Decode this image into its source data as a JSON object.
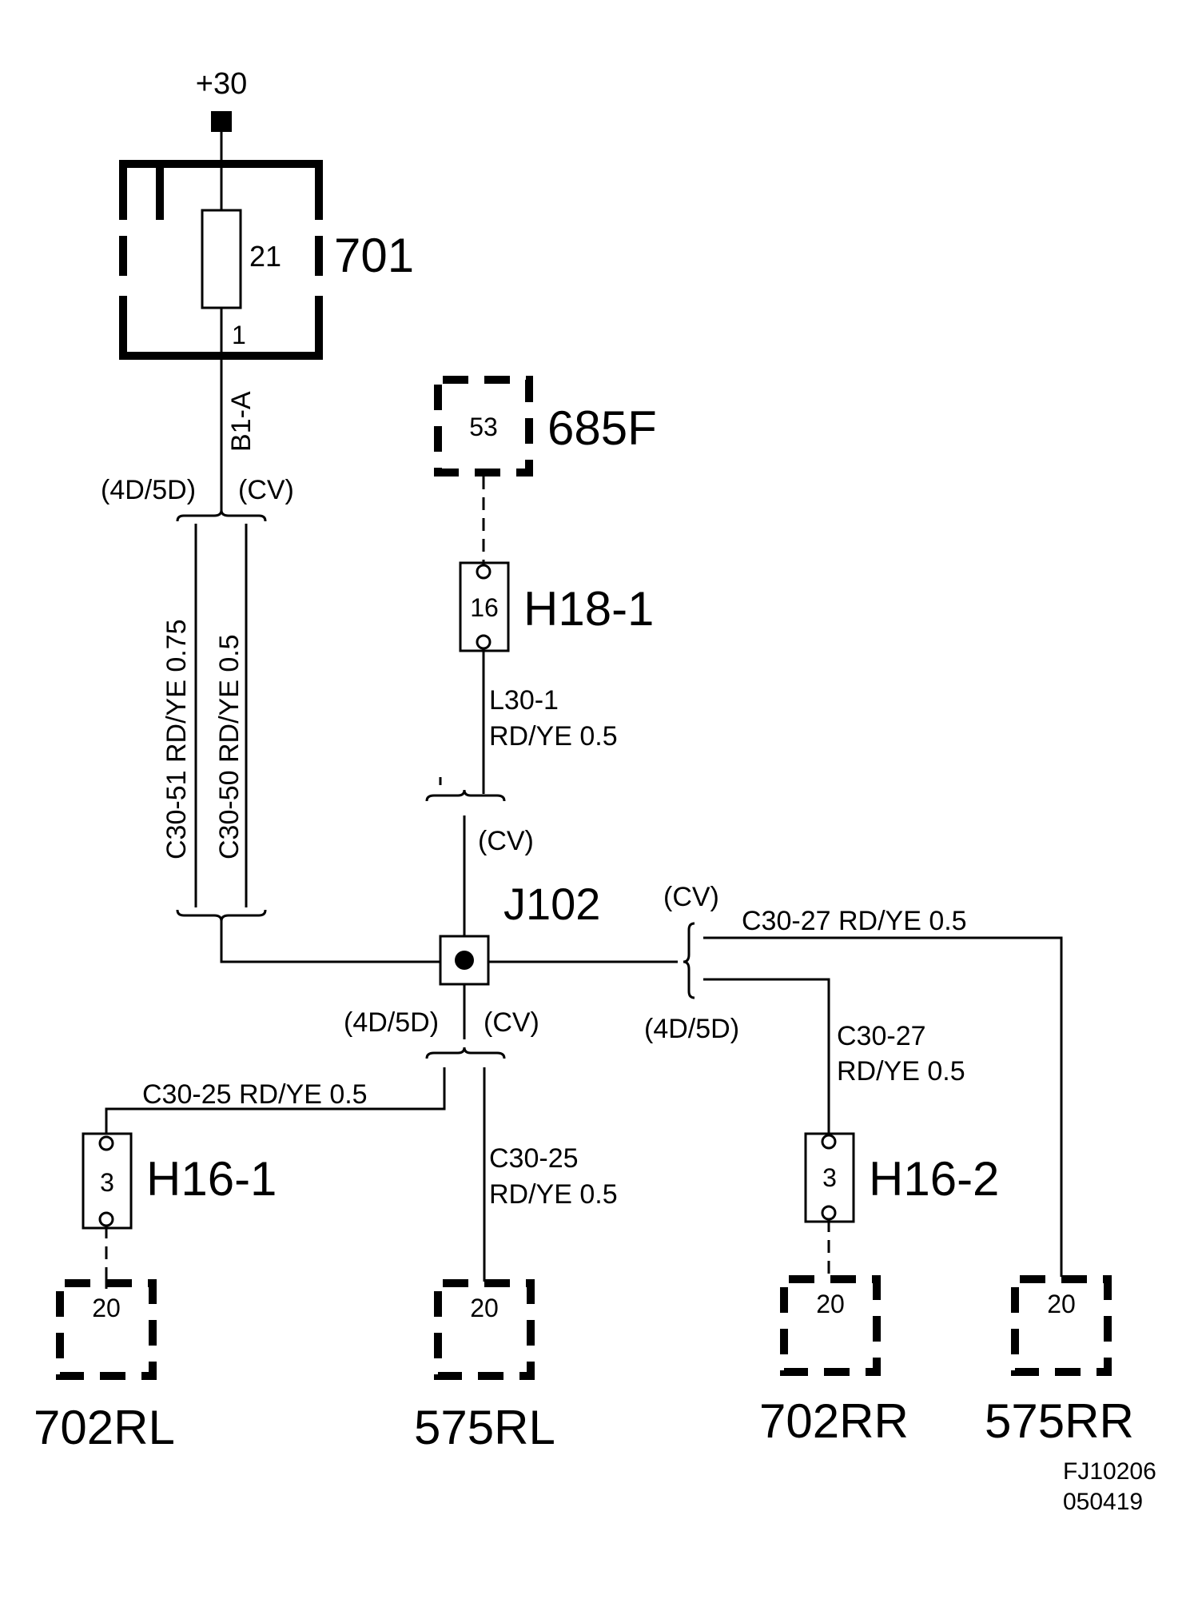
{
  "power": {
    "label": "+30"
  },
  "fuse_box": {
    "label": "701",
    "fuse_number": "21",
    "pin": "1"
  },
  "fuse_output_wire": {
    "label": "B1-A"
  },
  "variants": {
    "left_splice_4d5d": "(4D/5D)",
    "left_splice_cv": "(CV)",
    "center_cv": "(CV)",
    "lower_4d5d": "(4D/5D)",
    "lower_cv": "(CV)",
    "right_cv": "(CV)",
    "right_4d5d": "(4D/5D)"
  },
  "wires": {
    "c30_51": "C30-51  RD/YE  0.75",
    "c30_50": "C30-50  RD/YE  0.5",
    "l30_1_id": "L30-1",
    "l30_1_spec": "RD/YE  0.5",
    "c30_27_top": "C30-27   RD/YE    0.5",
    "c30_27_mid_id": "C30-27",
    "c30_27_mid_spec": "RD/YE    0.5",
    "c30_25_left": "C30-25   RD/YE    0.5",
    "c30_25_center_id": "C30-25",
    "c30_25_center_spec": "RD/YE    0.5"
  },
  "component_685f": {
    "label": "685F",
    "pin": "53"
  },
  "connector_h18_1": {
    "label": "H18-1",
    "pin": "16"
  },
  "junction": {
    "label": "J102"
  },
  "connector_h16_1": {
    "label": "H16-1",
    "pin": "3"
  },
  "connector_h16_2": {
    "label": "H16-2",
    "pin": "3"
  },
  "component_702rl": {
    "label": "702RL",
    "pin": "20"
  },
  "component_575rl": {
    "label": "575RL",
    "pin": "20"
  },
  "component_702rr": {
    "label": "702RR",
    "pin": "20"
  },
  "component_575rr": {
    "label": "575RR",
    "pin": "20"
  },
  "footer": {
    "code": "FJ10206",
    "date": "050419"
  }
}
